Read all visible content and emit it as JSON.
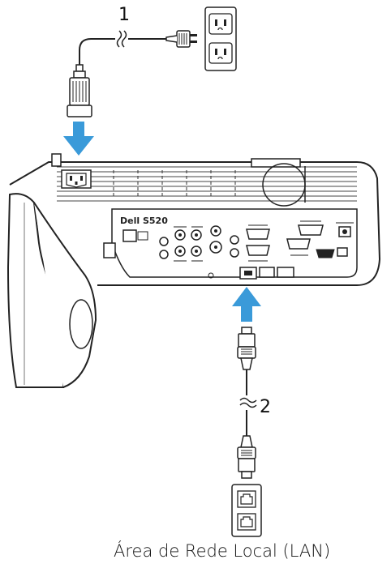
{
  "callouts": {
    "power": "1",
    "lan": "2"
  },
  "projector": {
    "model_label": "Dell S520"
  },
  "caption": "Área de Rede Local (LAN)",
  "colors": {
    "arrow": "#3a9ad9",
    "line": "#222222",
    "body": "#ffffff"
  },
  "icons": [
    "power-outlet-icon",
    "ac-power-plug-icon",
    "rj45-plug-icon",
    "rj45-wall-jack-icon",
    "break-mark-icon"
  ]
}
